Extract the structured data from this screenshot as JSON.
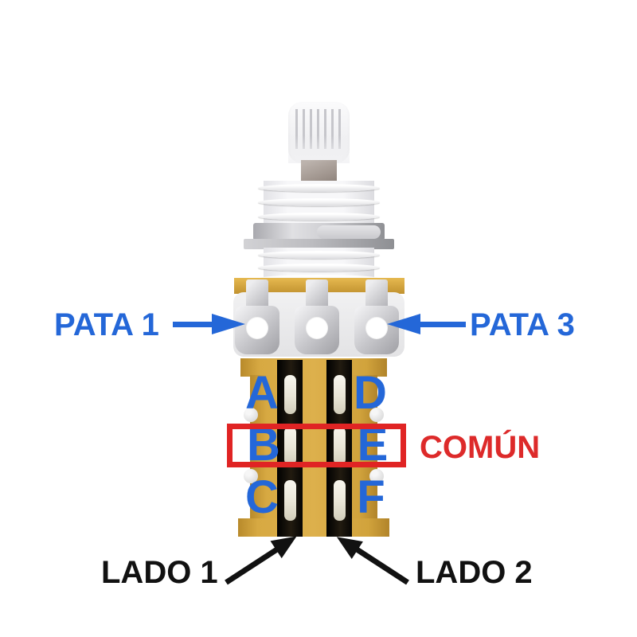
{
  "diagram": {
    "title": "push-pull potentiometer wiring diagram",
    "terminal_labels": {
      "pata1": "PATA 1",
      "pata3": "PATA 3"
    },
    "common_label": "COMÚN",
    "side_labels": {
      "lado1": "LADO 1",
      "lado2": "LADO 2"
    },
    "switch_terminals": {
      "left_column": [
        "A",
        "B",
        "C"
      ],
      "right_column": [
        "D",
        "E",
        "F"
      ]
    },
    "colors": {
      "label_blue": "#2467d8",
      "highlight_red": "#e02424",
      "body_gold": "#d1a33c",
      "label_black": "#111111",
      "terminal_cream": "#f1efe4",
      "switch_black": "#0d0b07"
    }
  }
}
